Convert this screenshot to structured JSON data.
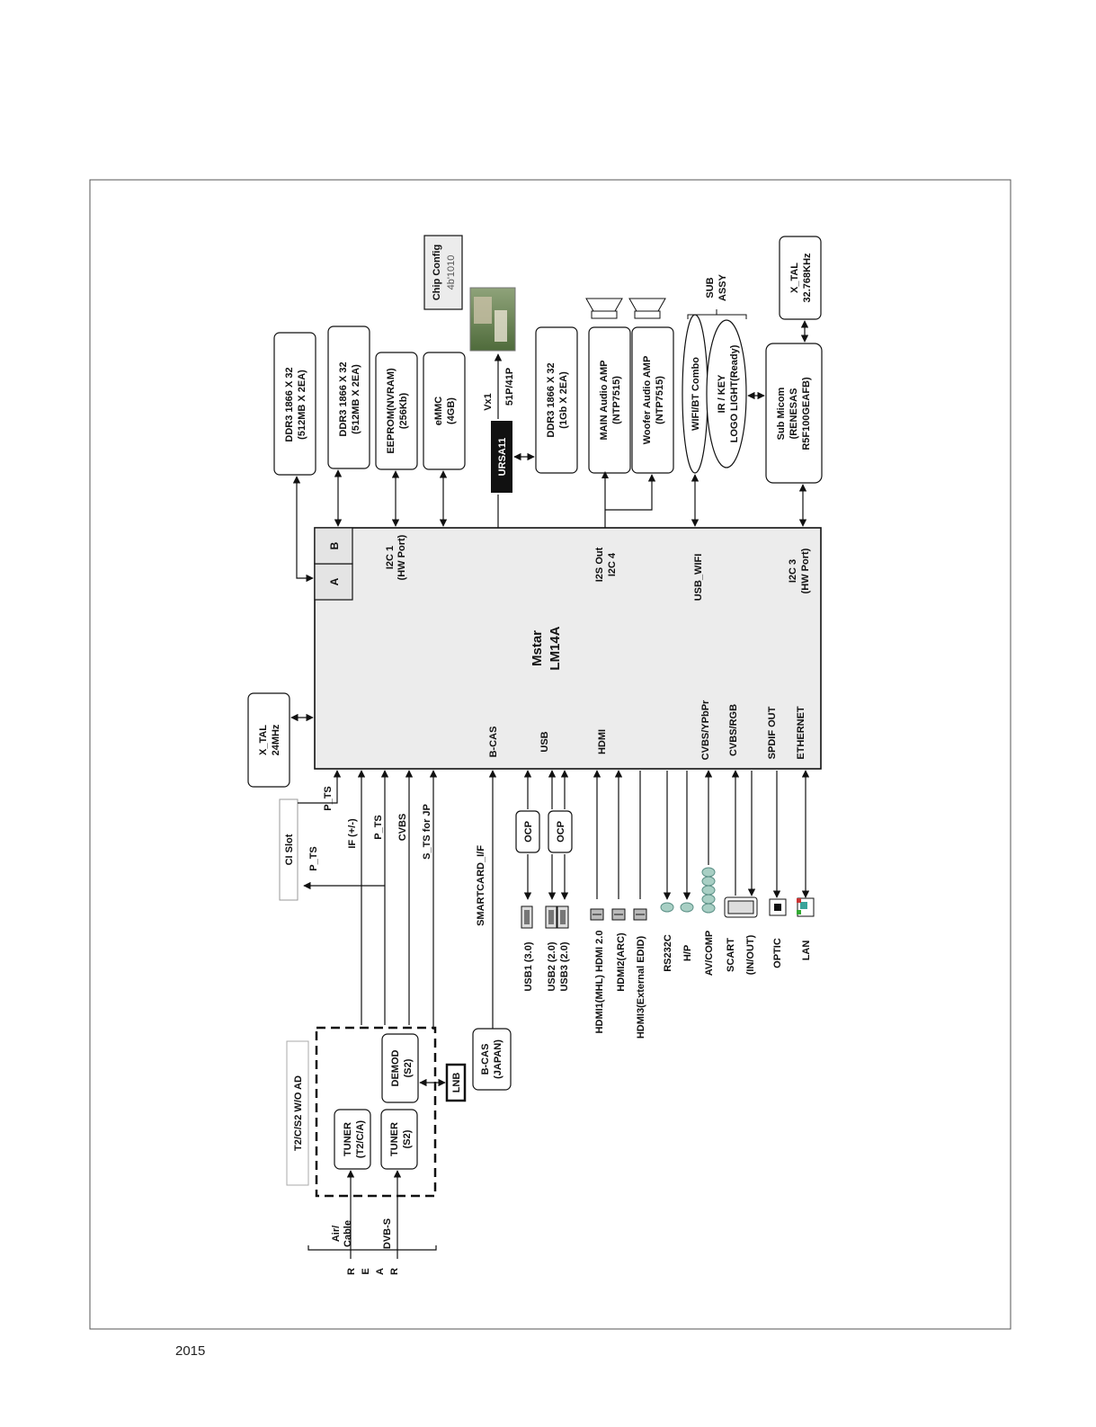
{
  "footer": {
    "year": "2015"
  },
  "main_chip": {
    "line1": "Mstar",
    "line2": "LM14A",
    "port_a": "A",
    "port_b": "B"
  },
  "chip_ports": {
    "i2c1": [
      "I2C 1",
      "(HW Port)"
    ],
    "i2s": [
      "I2S Out",
      "I2C 4"
    ],
    "usb_wifi": "USB_WIFI",
    "i2c3": [
      "I2C 3",
      "(HW Port)"
    ],
    "bcas": "B-CAS",
    "usb": "USB",
    "hdmi": "HDMI",
    "cvbs_ypbpr": "CVBS/YPbPr",
    "cvbs_rgb": "CVBS/RGB",
    "spdif": "SPDIF OUT",
    "ethernet": "ETHERNET"
  },
  "top_blocks": {
    "ddr_a": [
      "DDR3  1866 X 32",
      "(512MB X 2EA)"
    ],
    "ddr_b": [
      "DDR3  1866 X 32",
      "(512MB X 2EA)"
    ],
    "eeprom": [
      "EEPROM(NVRAM)",
      "(256Kb)"
    ],
    "emmc": [
      "eMMC",
      "(4GB)"
    ],
    "ursa": "URSA11",
    "vx1": [
      "Vx1",
      "51P/41P"
    ],
    "chip_config": [
      "Chip Config",
      "4b'1010"
    ],
    "ddr_ursa": [
      "DDR3 1866 X 32",
      "(1Gb X 2EA)"
    ],
    "main_amp": [
      "MAIN Audio AMP",
      "(NTP7515)"
    ],
    "woofer_amp": [
      "Woofer Audio AMP",
      "(NTP7515)"
    ],
    "wifi": "WIFI/BT Combo",
    "irkey": [
      "IR / KEY",
      "LOGO LIGHT(Ready)"
    ],
    "sub_assy": [
      "SUB",
      "ASSY"
    ],
    "sub_micom": [
      "Sub Micom",
      "(RENESAS",
      "R5F100GEAFB)"
    ],
    "xtal_sub": [
      "X_TAL",
      "32.768KHz"
    ]
  },
  "left_blocks": {
    "xtal_main": [
      "X_TAL",
      "24MHz"
    ],
    "ci_slot": "CI Slot",
    "p_ts_ci": "P_TS",
    "p_ts_out": "P_TS",
    "if_sig": "IF (+/-)",
    "p_ts": "P_TS",
    "cvbs": "CVBS",
    "s_ts": "S_TS for JP",
    "smartcard": "SMARTCARD_I/F"
  },
  "tuner": {
    "group": "T2/C/S2 W/O AD",
    "demod": [
      "DEMOD",
      "(S2)"
    ],
    "lnb": "LNB",
    "tuner1": [
      "TUNER",
      "(T2/C/A)"
    ],
    "tuner2": [
      "TUNER",
      "(S2)"
    ],
    "air": [
      "Air/",
      "Cable"
    ],
    "dvbs": "DVB-S",
    "rear": [
      "R",
      "E",
      "A",
      "R"
    ],
    "bcas_block": [
      "B-CAS",
      "(JAPAN)"
    ]
  },
  "connectors": {
    "ocp1": "OCP",
    "ocp2": "OCP",
    "usb1": "USB1 (3.0)",
    "usb23": [
      "USB2 (2.0)",
      "USB3 (2.0)"
    ],
    "hdmi1": "HDMI1(MHL) HDMI 2.0",
    "hdmi2": "HDMI2(ARC)",
    "hdmi3": "HDMI3(External EDID)",
    "rs232c": "RS232C",
    "hp": "H/P",
    "avcomp": "AV/COMP",
    "scart": [
      "SCART",
      "(IN/OUT)"
    ],
    "optic": "OPTIC",
    "lan": "LAN"
  }
}
